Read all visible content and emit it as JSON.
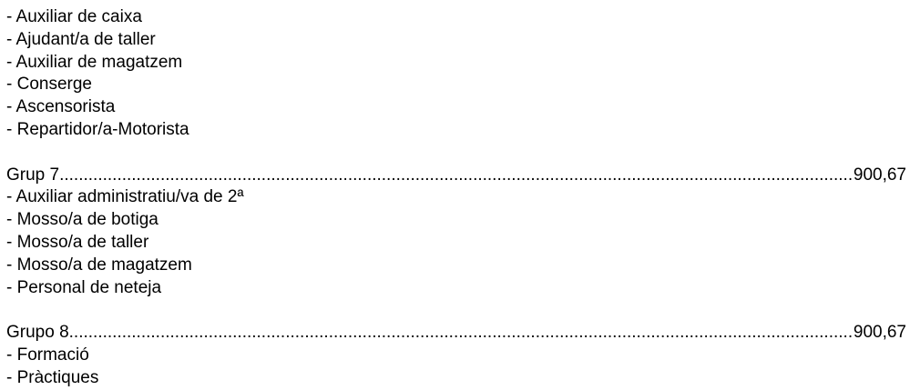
{
  "top_items": [
    "- Auxiliar de caixa",
    "- Ajudant/a de taller",
    "- Auxiliar de magatzem",
    "- Conserge",
    "- Ascensorista",
    "- Repartidor/a-Motorista"
  ],
  "groups": [
    {
      "name": "Grup 7",
      "amount": "900,67",
      "items": [
        "- Auxiliar administratiu/va de 2ª",
        "- Mosso/a de botiga",
        "- Mosso/a de taller",
        "- Mosso/a de magatzem",
        "- Personal de neteja"
      ]
    },
    {
      "name": "Grupo 8",
      "amount": "900,67",
      "items": [
        "- Formació",
        "- Pràctiques"
      ]
    }
  ]
}
